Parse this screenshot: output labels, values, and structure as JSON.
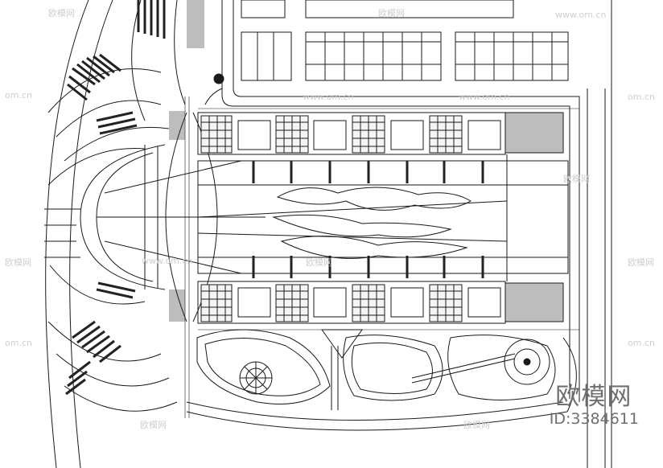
{
  "watermark": {
    "logo_text": "欧模网",
    "id_text": "ID:3384611",
    "repeat_text": "欧模网",
    "repeat_domain": "www.om.cn",
    "repeat_domain_short": "om.cn"
  },
  "colors": {
    "line": "#1a1a1a",
    "hatch": "#7a7a7a",
    "watermark": "#6f6f6f",
    "faint_watermark": "#cfcfcf"
  },
  "drawing": {
    "type": "architectural site plan",
    "elements": [
      "curved-amphitheater-seating",
      "terraced-buildings-top-row",
      "terraced-buildings-bottom-row",
      "central-landscape-plaza",
      "southern-garden-ponds",
      "circular-pavilion",
      "parking-lots",
      "perimeter-road"
    ]
  }
}
